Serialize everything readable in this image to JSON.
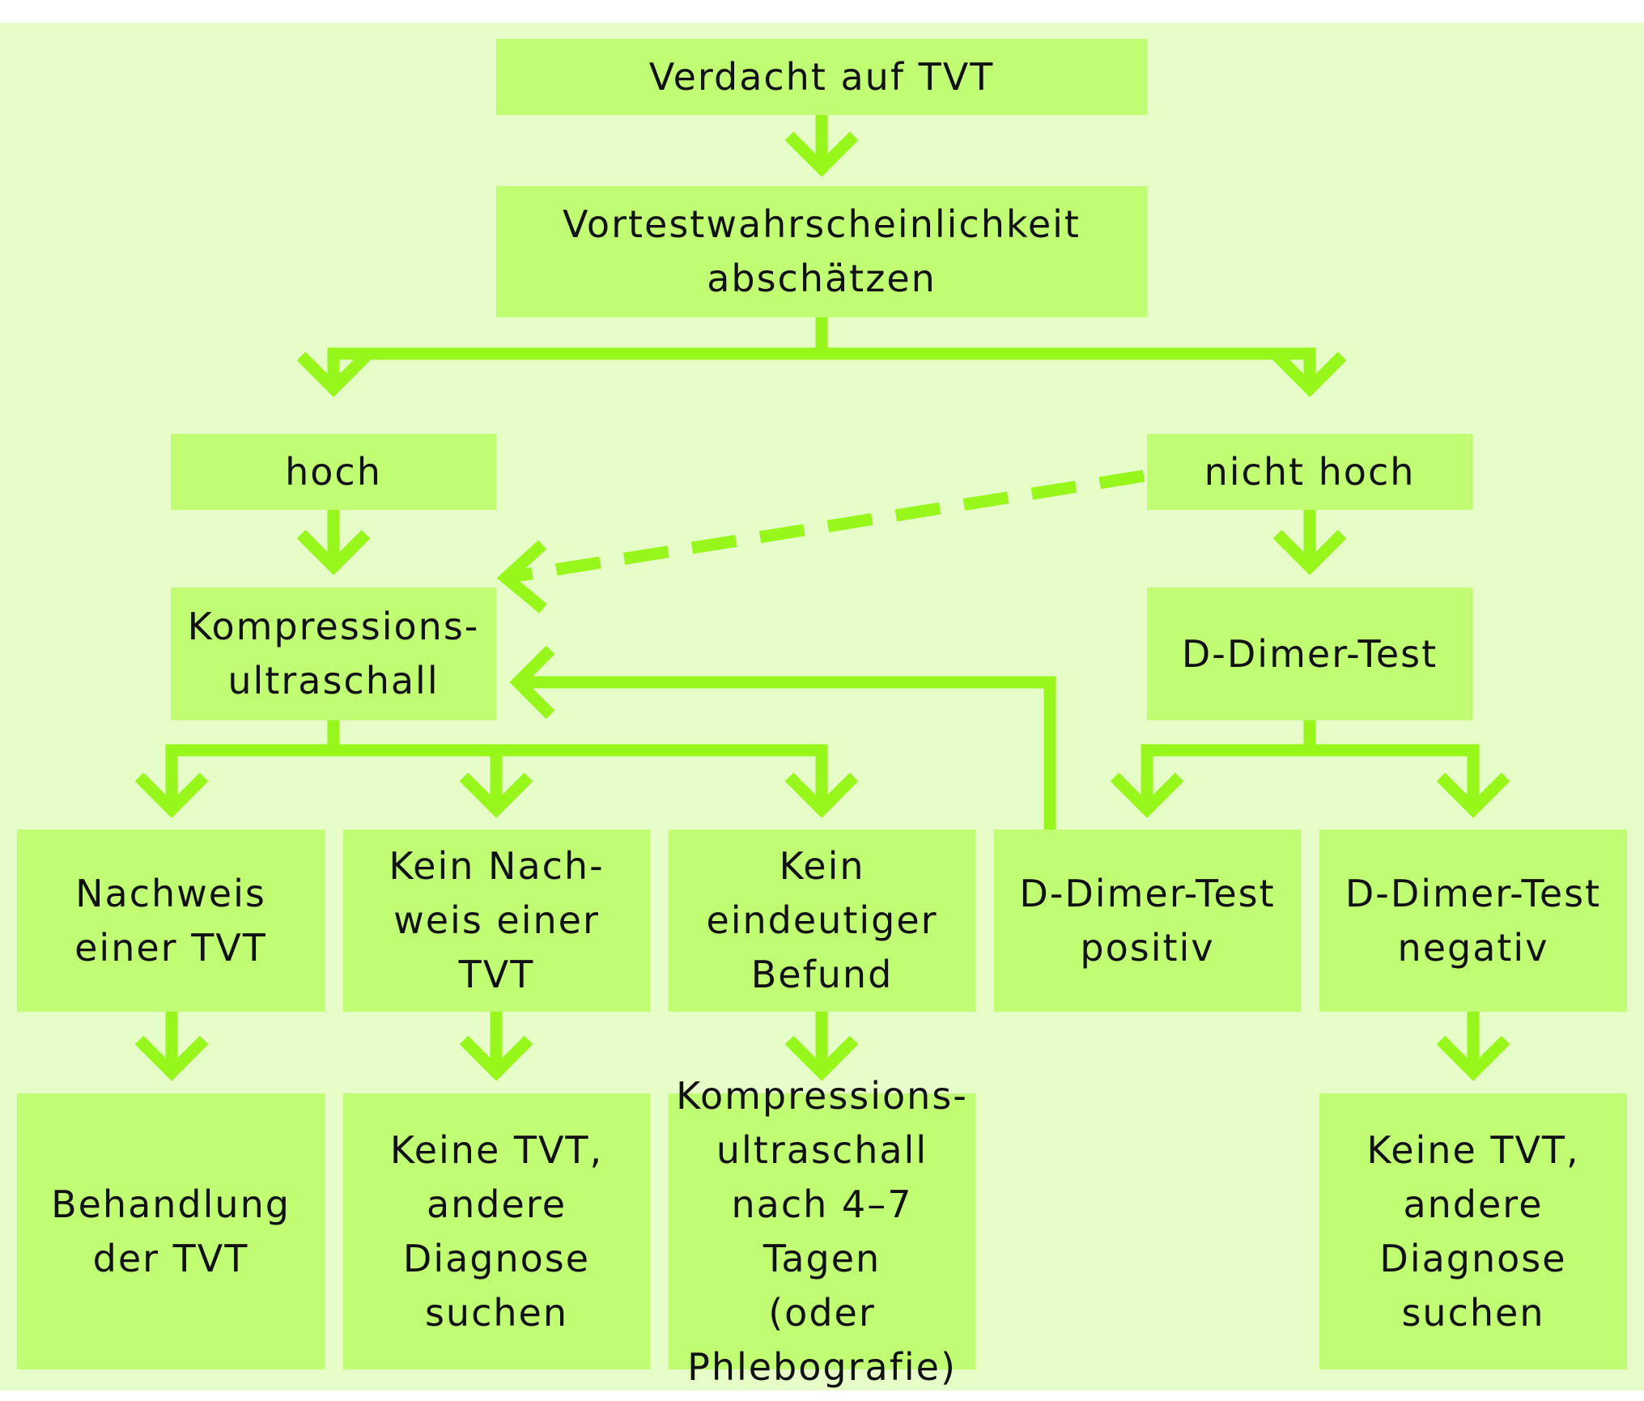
{
  "colors": {
    "background": "#e6fdc8",
    "box": "#c0fd72",
    "connector": "#98f71a",
    "text": "#111111"
  },
  "nodes": {
    "suspicion": "Verdacht auf TVT",
    "pretest": "Vortestwahrscheinlichkeit\nabschätzen",
    "high": "hoch",
    "not_high": "nicht hoch",
    "cus": "Kompressions-\nultraschall",
    "ddimer": "D-Dimer-Test",
    "dvt_found": "Nachweis\neiner TVT",
    "no_dvt_found": "Kein Nach-\nweis einer\nTVT",
    "unclear": "Kein\neindeutiger\nBefund",
    "ddimer_pos": "D-Dimer-Test\npositiv",
    "ddimer_neg": "D-Dimer-Test\nnegativ",
    "treatment": "Behandlung\nder TVT",
    "no_dvt_other": "Keine TVT,\nandere\nDiagnose\nsuchen",
    "repeat_cus": "Kompressions-\nultraschall\nnach 4–7 Tagen\n(oder\nPhlebografie)",
    "no_dvt_other_2": "Keine TVT,\nandere\nDiagnose\nsuchen"
  }
}
